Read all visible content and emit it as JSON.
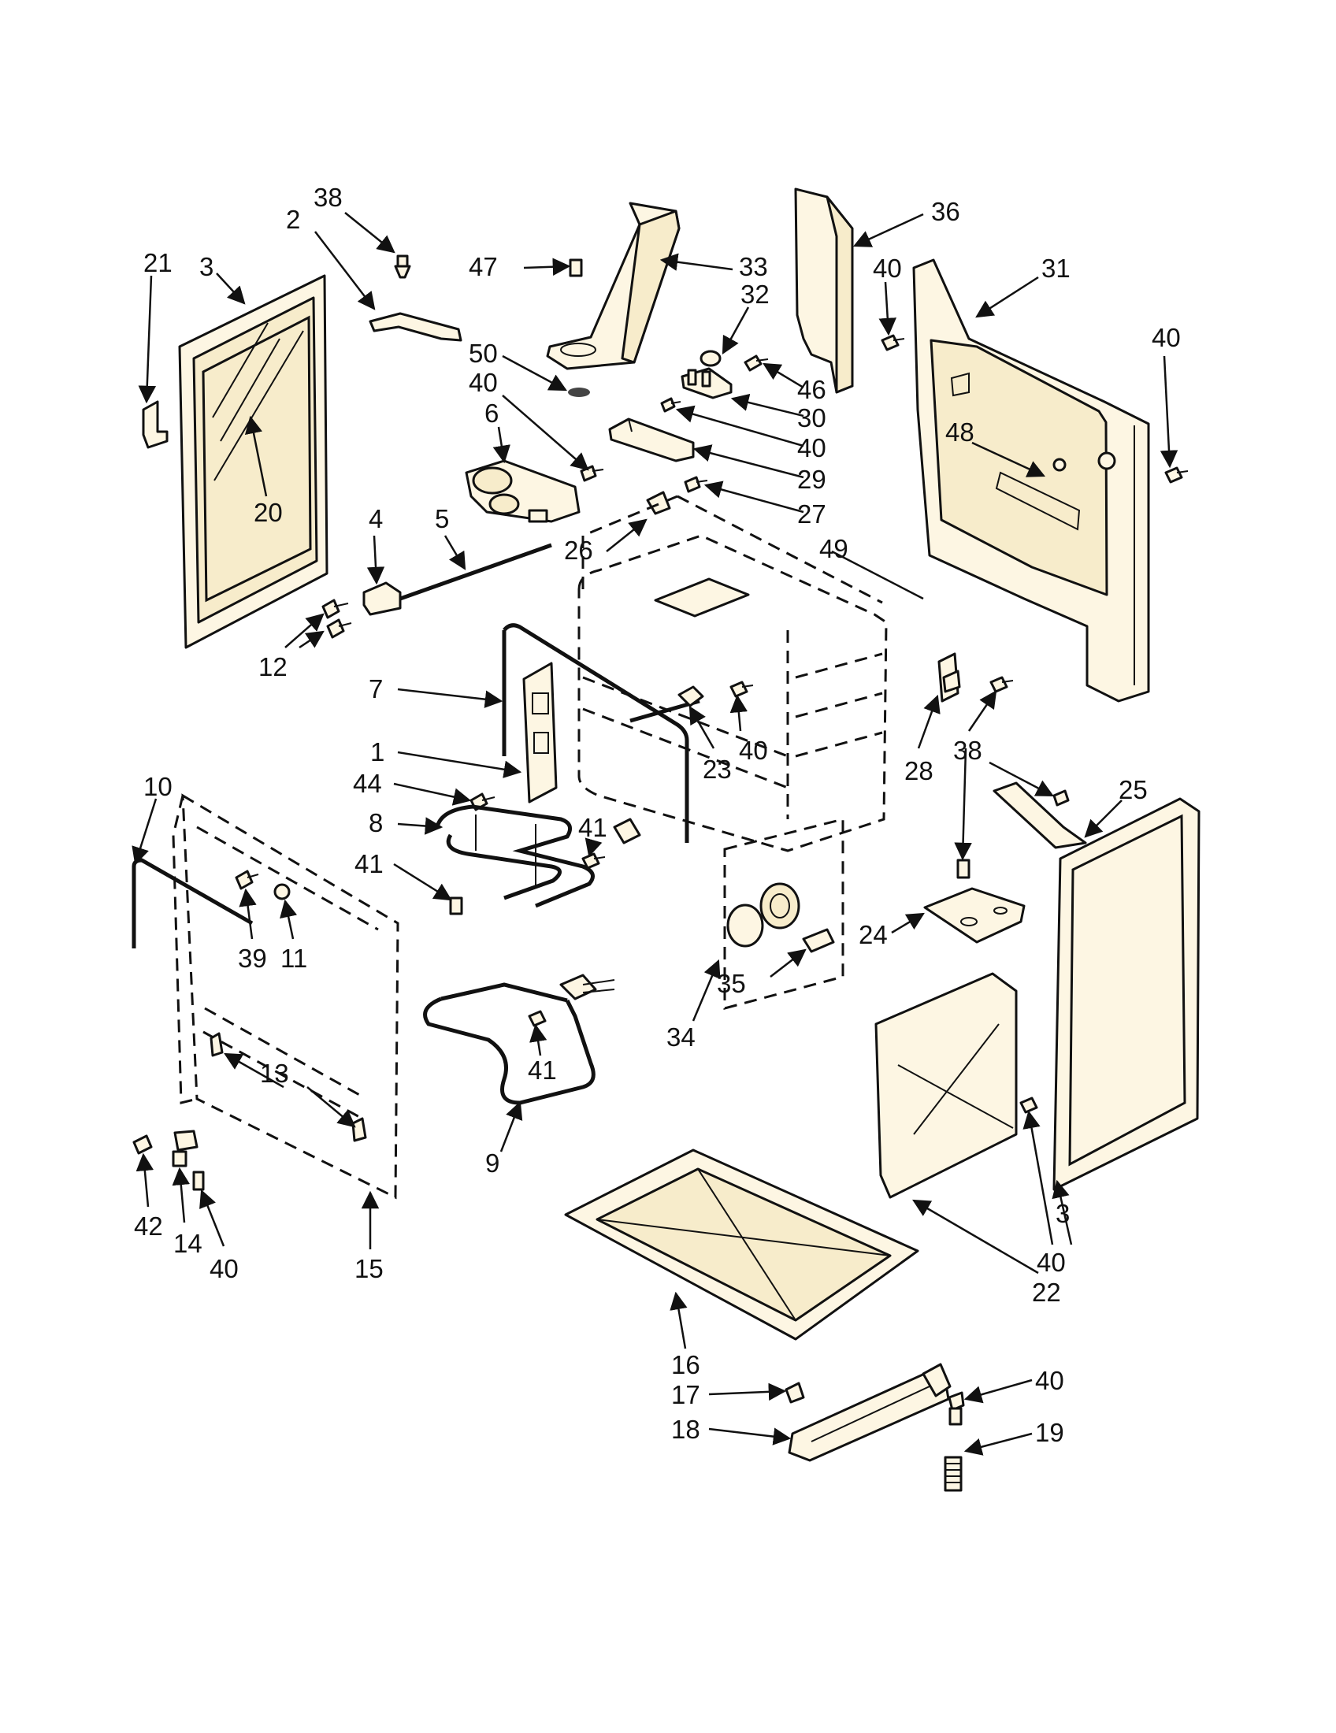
{
  "callouts": [
    {
      "id": "c38a",
      "text": "38"
    },
    {
      "id": "c2",
      "text": "2"
    },
    {
      "id": "c3a",
      "text": "3"
    },
    {
      "id": "c21",
      "text": "21"
    },
    {
      "id": "c20",
      "text": "20"
    },
    {
      "id": "c47",
      "text": "47"
    },
    {
      "id": "c33",
      "text": "33"
    },
    {
      "id": "c32",
      "text": "32"
    },
    {
      "id": "c50",
      "text": "50"
    },
    {
      "id": "c40a",
      "text": "40"
    },
    {
      "id": "c6",
      "text": "6"
    },
    {
      "id": "c46",
      "text": "46"
    },
    {
      "id": "c30",
      "text": "30"
    },
    {
      "id": "c40b",
      "text": "40"
    },
    {
      "id": "c29",
      "text": "29"
    },
    {
      "id": "c27",
      "text": "27"
    },
    {
      "id": "c26",
      "text": "26"
    },
    {
      "id": "c36",
      "text": "36"
    },
    {
      "id": "c40c",
      "text": "40"
    },
    {
      "id": "c31",
      "text": "31"
    },
    {
      "id": "c40d",
      "text": "40"
    },
    {
      "id": "c48",
      "text": "48"
    },
    {
      "id": "c49",
      "text": "49"
    },
    {
      "id": "c4",
      "text": "4"
    },
    {
      "id": "c5",
      "text": "5"
    },
    {
      "id": "c12",
      "text": "12"
    },
    {
      "id": "c7",
      "text": "7"
    },
    {
      "id": "c1",
      "text": "1"
    },
    {
      "id": "c44",
      "text": "44"
    },
    {
      "id": "c8",
      "text": "8"
    },
    {
      "id": "c41a",
      "text": "41"
    },
    {
      "id": "c41b",
      "text": "41"
    },
    {
      "id": "c23",
      "text": "23"
    },
    {
      "id": "c40e",
      "text": "40"
    },
    {
      "id": "c28",
      "text": "28"
    },
    {
      "id": "c38b",
      "text": "38"
    },
    {
      "id": "c25",
      "text": "25"
    },
    {
      "id": "c10",
      "text": "10"
    },
    {
      "id": "c39",
      "text": "39"
    },
    {
      "id": "c11",
      "text": "11"
    },
    {
      "id": "c24",
      "text": "24"
    },
    {
      "id": "c35",
      "text": "35"
    },
    {
      "id": "c34",
      "text": "34"
    },
    {
      "id": "c41c",
      "text": "41"
    },
    {
      "id": "c9",
      "text": "9"
    },
    {
      "id": "c13",
      "text": "13"
    },
    {
      "id": "c42",
      "text": "42"
    },
    {
      "id": "c14",
      "text": "14"
    },
    {
      "id": "c40f",
      "text": "40"
    },
    {
      "id": "c15",
      "text": "15"
    },
    {
      "id": "c3b",
      "text": "3"
    },
    {
      "id": "c40g",
      "text": "40"
    },
    {
      "id": "c22",
      "text": "22"
    },
    {
      "id": "c16",
      "text": "16"
    },
    {
      "id": "c17",
      "text": "17"
    },
    {
      "id": "c18",
      "text": "18"
    },
    {
      "id": "c40h",
      "text": "40"
    },
    {
      "id": "c19",
      "text": "19"
    }
  ]
}
